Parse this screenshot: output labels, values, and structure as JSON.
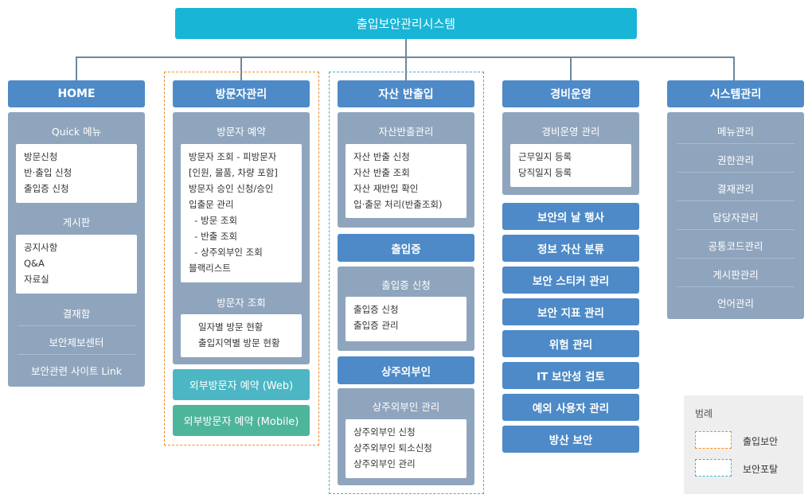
{
  "title": "출입보안관리시스템",
  "columns": {
    "home": {
      "header": "HOME",
      "sections": [
        {
          "title": "Quick 메뉴",
          "items": [
            "방문신청",
            "반·출입 신청",
            "출입증 신청"
          ]
        },
        {
          "title": "게시판",
          "items": [
            "공지사항",
            "Q&A",
            "자료실"
          ]
        }
      ],
      "links": [
        "결재함",
        "보안제보센터",
        "보안관련 사이트 Link"
      ]
    },
    "visitor": {
      "header": "방문자관리",
      "sections": [
        {
          "title": "방문자 예약",
          "items": [
            "방문자 조회 - 피방문자",
            "[인원, 물품, 차량 포함]",
            "방문자 승인 신청/승인",
            "입출문 관리",
            "  - 방문 조회",
            "  - 반출 조회",
            "  - 상주외부인 조회",
            "블랙리스트"
          ]
        },
        {
          "title": "방문자 조회",
          "items": [
            "일자별 방문 현황",
            "출입지역별 방문 현황"
          ]
        }
      ],
      "buttons": [
        "외부방문자 예약 (Web)",
        "외부방문자 예약 (Mobile)"
      ]
    },
    "asset": {
      "header": "자산 반출입",
      "sections": [
        {
          "title": "자산반출관리",
          "items": [
            "자산 반출 신청",
            "자산 반출 조회",
            "자산 재반입 확인",
            "입·출문 처리(반출조회)"
          ]
        }
      ],
      "subheaders": [
        "출입증",
        "상주외부인"
      ],
      "subsections": [
        {
          "title": "출입증 신청",
          "items": [
            "출입증 신청",
            "출입증 관리"
          ]
        },
        {
          "title": "상주외부인 관리",
          "items": [
            "상주외부인 신청",
            "상주외부인 퇴소신청",
            "상주외부인 관리"
          ]
        }
      ]
    },
    "security": {
      "header": "경비운영",
      "sections": [
        {
          "title": "경비운영 관리",
          "items": [
            "근무일지 등록",
            "당직일지 등록"
          ]
        }
      ],
      "buttons": [
        "보안의 날 행사",
        "정보 자산 분류",
        "보안 스티커 관리",
        "보안 지표 관리",
        "위험 관리",
        "IT 보안성 검토",
        "예외 사용자 관리",
        "방산 보안"
      ]
    },
    "system": {
      "header": "시스템관리",
      "items": [
        "메뉴관리",
        "권한관리",
        "결재관리",
        "담당자관리",
        "공통코드관리",
        "게시판관리",
        "언어관리"
      ]
    }
  },
  "legend": {
    "title": "범례",
    "items": [
      {
        "label": "출입보안",
        "color": "#f08b1f"
      },
      {
        "label": "보안포탈",
        "color": "#3fb3cc"
      }
    ]
  },
  "colors": {
    "top": "#19b5d6",
    "header": "#4d8ac7",
    "panel": "#8fa5bd",
    "web_button": "#4cb6c5",
    "mobile_button": "#4db59a"
  }
}
